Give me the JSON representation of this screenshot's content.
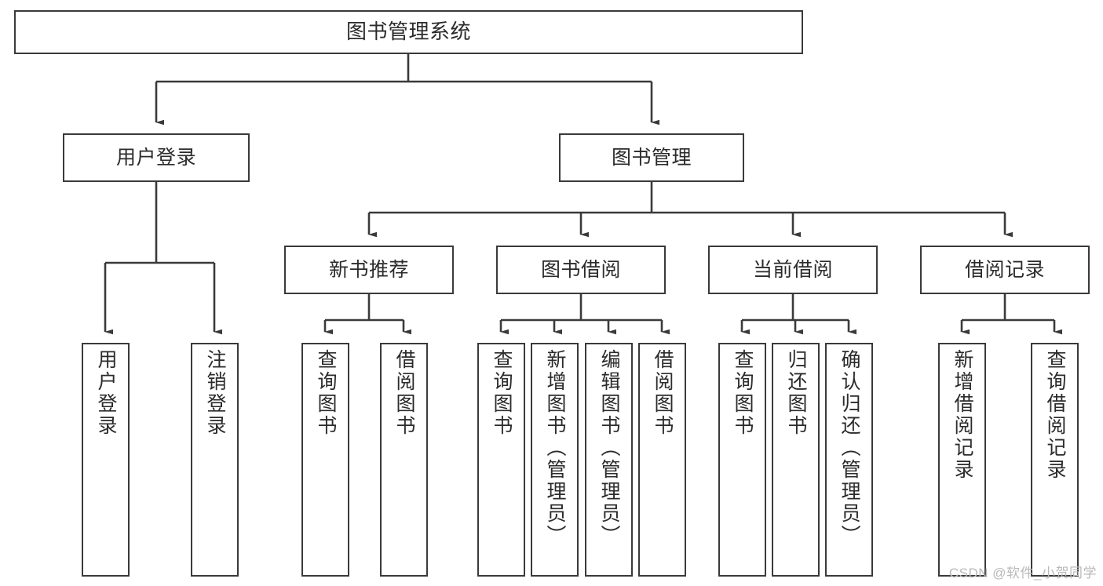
{
  "diagram": {
    "type": "tree-hierarchy",
    "title": "图书管理系统",
    "orientation": "top-down",
    "colors": {
      "box_border": "#3a3a3a",
      "box_fill": "#ffffff",
      "edge": "#3a3a3a",
      "text": "#2b2b2b",
      "watermark": "#b9b9b9",
      "background": "#ffffff"
    }
  },
  "watermark": "CSDN @软件_小贺同学",
  "nodes": {
    "root": {
      "label": "图书管理系统",
      "level": 0
    },
    "level1": [
      {
        "id": "user-login",
        "label": "用户登录"
      },
      {
        "id": "book-manage",
        "label": "图书管理"
      }
    ],
    "level2": [
      {
        "id": "new-book-recommend",
        "label": "新书推荐",
        "parent": "book-manage"
      },
      {
        "id": "book-borrow",
        "label": "图书借阅",
        "parent": "book-manage"
      },
      {
        "id": "current-borrow",
        "label": "当前借阅",
        "parent": "book-manage"
      },
      {
        "id": "borrow-record",
        "label": "借阅记录",
        "parent": "book-manage"
      }
    ],
    "leaves": [
      {
        "id": "leaf-user-login",
        "label": "用户登录",
        "parent": "user-login"
      },
      {
        "id": "leaf-logout-login",
        "label": "注销登录",
        "parent": "user-login"
      },
      {
        "id": "leaf-query-book-1",
        "label": "查询图书",
        "parent": "new-book-recommend"
      },
      {
        "id": "leaf-borrow-book-1",
        "label": "借阅图书",
        "parent": "new-book-recommend"
      },
      {
        "id": "leaf-query-book-2",
        "label": "查询图书",
        "parent": "book-borrow"
      },
      {
        "id": "leaf-add-book-admin",
        "label": "新增图书（管理员）",
        "parent": "book-borrow"
      },
      {
        "id": "leaf-edit-book-admin",
        "label": "编辑图书（管理员）",
        "parent": "book-borrow"
      },
      {
        "id": "leaf-borrow-book-2",
        "label": "借阅图书",
        "parent": "book-borrow"
      },
      {
        "id": "leaf-query-book-3",
        "label": "查询图书",
        "parent": "current-borrow"
      },
      {
        "id": "leaf-return-book",
        "label": "归还图书",
        "parent": "current-borrow"
      },
      {
        "id": "leaf-confirm-return-admin",
        "label": "确认归还（管理员）",
        "parent": "current-borrow"
      },
      {
        "id": "leaf-add-borrow-record",
        "label": "新增借阅记录",
        "parent": "borrow-record"
      },
      {
        "id": "leaf-query-borrow-record",
        "label": "查询借阅记录",
        "parent": "borrow-record"
      }
    ]
  }
}
